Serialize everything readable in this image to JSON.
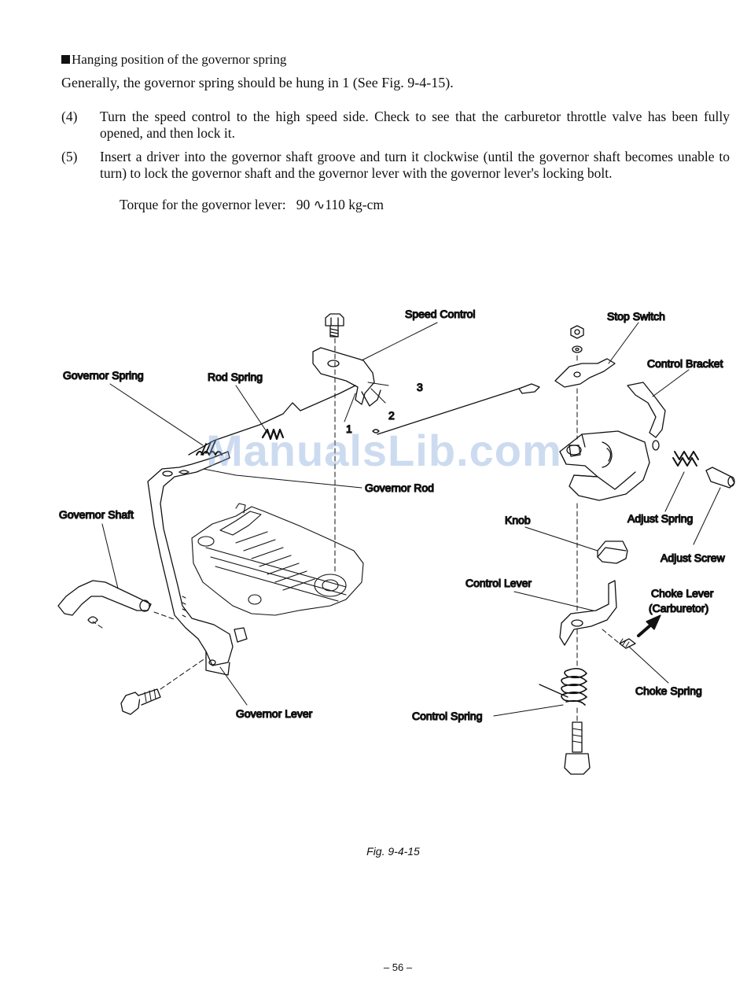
{
  "heading": "Hanging position of the governor spring",
  "intro": "Generally, the governor spring should be hung in 1 (See Fig. 9-4-15).",
  "steps": [
    {
      "num": "(4)",
      "text": "Turn the speed control to the high speed side.  Check to see that the carburetor throttle valve has been fully opened, and then lock it."
    },
    {
      "num": "(5)",
      "text": "Insert a driver into the governor shaft groove and turn it clockwise (until the governor shaft becomes unable to turn) to lock the governor shaft and the governor lever with the governor lever's locking bolt."
    }
  ],
  "torque": {
    "label": "Torque for the governor lever:",
    "value": "90 ∿110 kg-cm"
  },
  "figure": {
    "labels": {
      "speed_control": "Speed Control",
      "stop_switch": "Stop Switch",
      "control_bracket": "Control Bracket",
      "governor_spring": "Governor Spring",
      "rod_spring": "Rod Spring",
      "governor_rod": "Governor Rod",
      "governor_shaft": "Governor Shaft",
      "knob": "Knob",
      "adjust_spring": "Adjust Spring",
      "adjust_screw": "Adjust Screw",
      "control_lever": "Control Lever",
      "choke_lever_1": "Choke Lever",
      "choke_lever_2": "(Carburetor)",
      "choke_spring": "Choke Spring",
      "governor_lever": "Governor Lever",
      "control_spring": "Control Spring",
      "pos_1": "1",
      "pos_2": "2",
      "pos_3": "3"
    },
    "caption": "Fig. 9-4-15"
  },
  "watermark": "ManualsLib.com",
  "page_number": "– 56 –"
}
